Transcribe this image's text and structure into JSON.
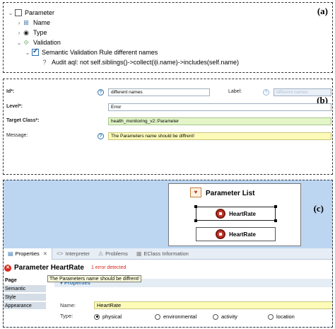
{
  "panel_a": {
    "letter": "(a)",
    "parameter": "Parameter",
    "name": "Name",
    "type": "Type",
    "validation": "Validation",
    "rule": "Semantic Validation Rule different names",
    "audit": "Audit aql: not self.siblings()->collect(i|i.name)->includes(self.name)"
  },
  "panel_b": {
    "letter": "(b)",
    "id_label": "Id*:",
    "id_value": "different names",
    "label_label": "Label:",
    "label_value": "different names",
    "level_label": "Level*:",
    "level_value": "Error",
    "target_label": "Target Class*:",
    "target_value": "health_monitoring_v2::Parameter",
    "message_label": "Message:",
    "message_value": "The Parameters name should be diffrent!"
  },
  "panel_c": {
    "letter": "(c)",
    "diagram_title": "Parameter List",
    "node1": "HeartRate",
    "node2": "HeartRate",
    "tabs": [
      "Properties",
      "Interpreter",
      "Problems",
      "EClass Information"
    ],
    "props_title": "Parameter HeartRate",
    "error_count": "1 error detected",
    "tooltip": "The Parameters name should be diffrent!",
    "section": "Properties",
    "side_tabs": [
      "Page",
      "Semantic",
      "Style",
      "Appearance"
    ],
    "name_label": "Name:",
    "name_value": "HeartRate",
    "type_label": "Type:",
    "type_options": [
      "physical",
      "environmental",
      "activity",
      "location"
    ],
    "type_selected": "physical"
  }
}
